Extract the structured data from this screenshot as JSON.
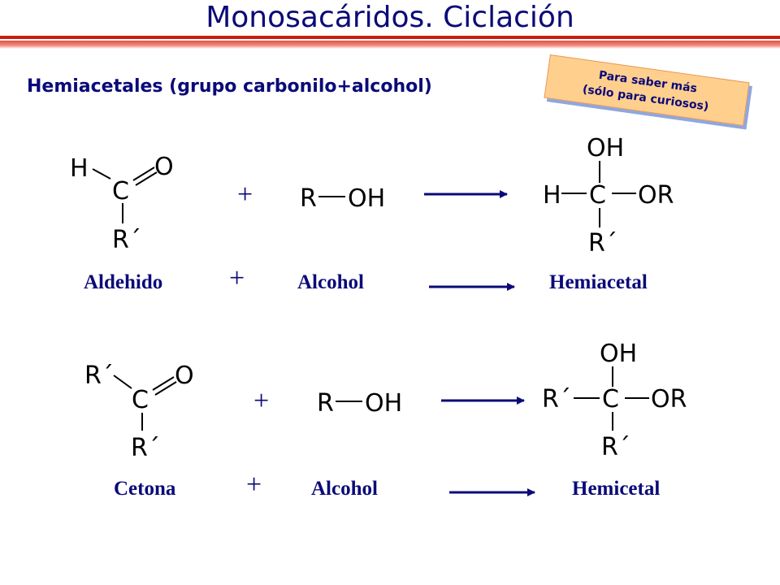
{
  "slide": {
    "title": "Monosacáridos. Ciclación",
    "subtitle": "Hemiacetales (grupo carbonilo+alcohol)",
    "note": {
      "line1": "Para saber más",
      "line2": "(sólo para curiosos)"
    }
  },
  "reaction1": {
    "aldehyde": {
      "h": "H",
      "c": "C",
      "o": "O",
      "r": "R´"
    },
    "plus": "+",
    "alcohol": {
      "r": "R",
      "oh": "OH"
    },
    "product": {
      "oh": "OH",
      "h": "H",
      "c": "C",
      "or": "OR",
      "r": "R´"
    },
    "labels": {
      "reactant1": "Aldehido",
      "plus": "+",
      "reactant2": "Alcohol",
      "product": "Hemiacetal"
    }
  },
  "reaction2": {
    "ketone": {
      "r1": "R´",
      "c": "C",
      "o": "O",
      "r2": "R´"
    },
    "plus": "+",
    "alcohol": {
      "r": "R",
      "oh": "OH"
    },
    "product": {
      "oh": "OH",
      "r1": "R´",
      "c": "C",
      "or": "OR",
      "r2": "R´"
    },
    "labels": {
      "reactant1": "Cetona",
      "plus": "+",
      "reactant2": "Alcohol",
      "product": "Hemicetal"
    }
  },
  "colors": {
    "title": "#0a0a78",
    "rule": "#c81e0a",
    "note_bg": "#ffcf8e",
    "arrow": "#0a0a78"
  }
}
